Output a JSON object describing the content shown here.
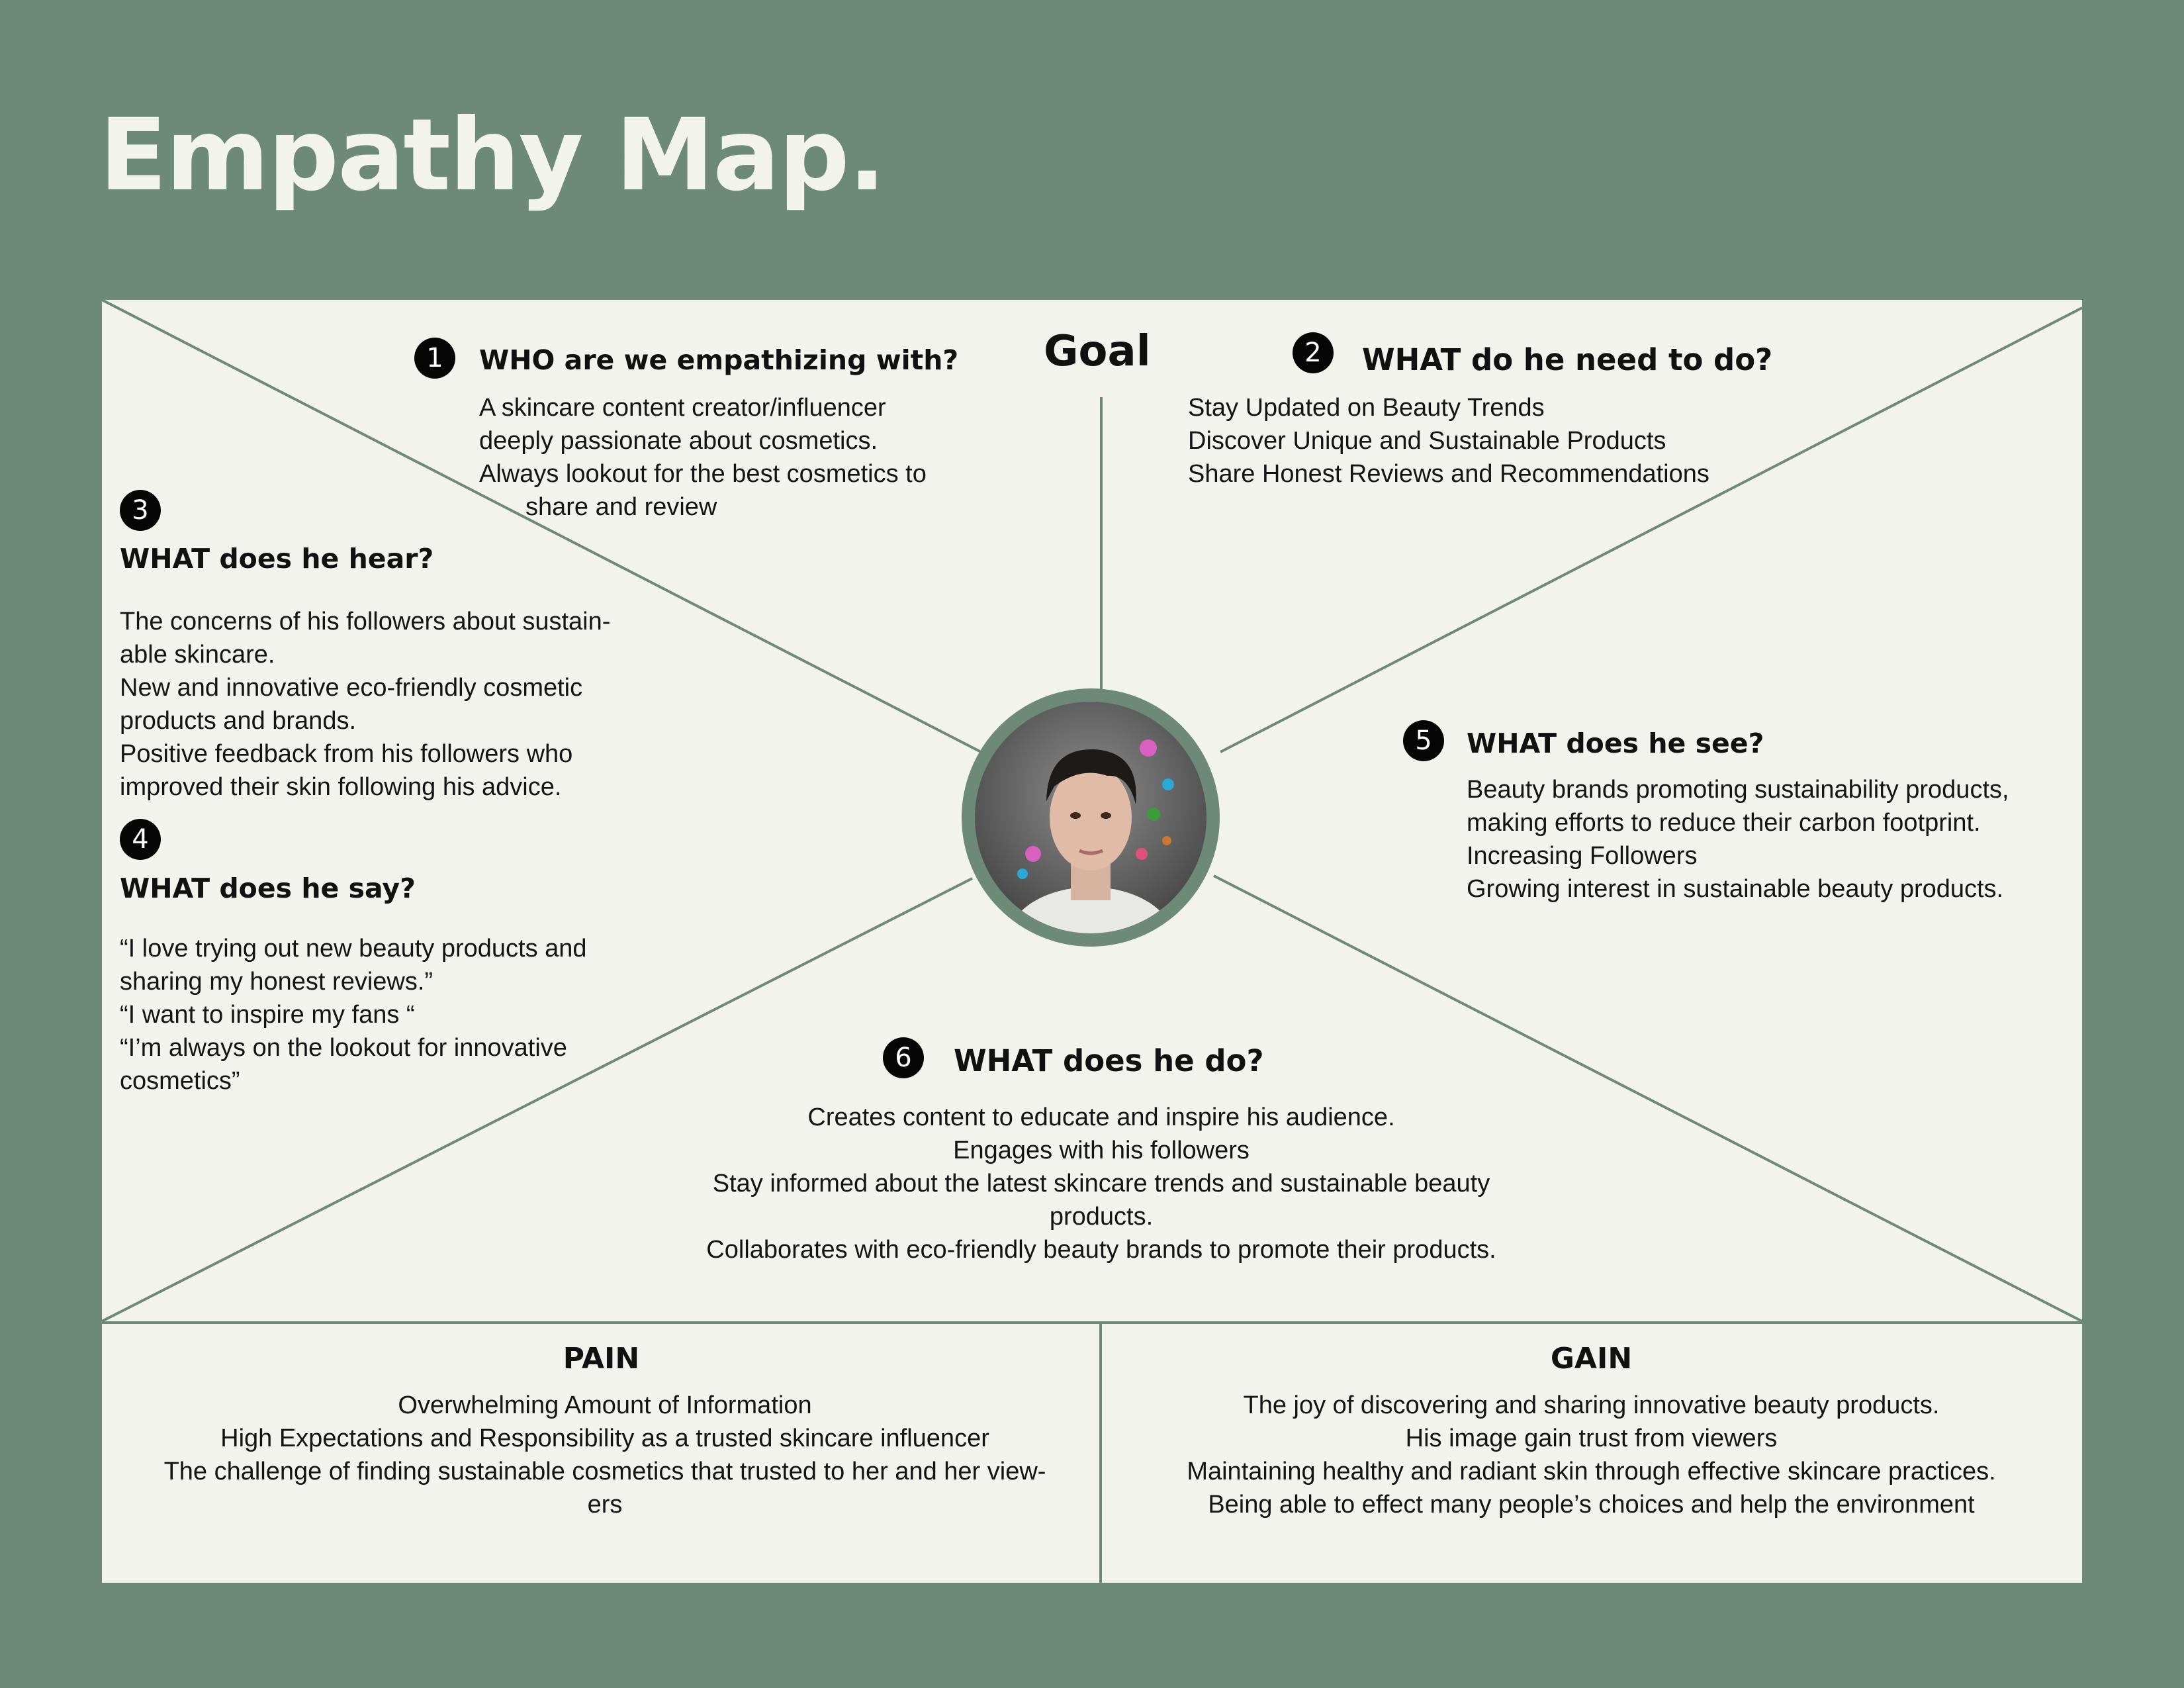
{
  "title": "Empathy Map.",
  "goal_label": "Goal",
  "sections": {
    "who": {
      "number": "1",
      "heading": "WHO are we empathizing with?",
      "lines": [
        "A skincare content creator/influencer",
        "deeply passionate about cosmetics.",
        "Always lookout for the best cosmetics to",
        "share and review"
      ]
    },
    "need": {
      "number": "2",
      "heading": "WHAT do he need to do?",
      "lines": [
        "Stay Updated on Beauty Trends",
        "Discover Unique and Sustainable Products",
        "Share Honest Reviews and Recommendations"
      ]
    },
    "hear": {
      "number": "3",
      "heading": "WHAT does he hear?",
      "lines": [
        "The concerns of his followers about sustain-",
        "able skincare.",
        "New and innovative eco-friendly cosmetic",
        "products and brands.",
        "Positive feedback from his followers who",
        "improved their skin following his advice."
      ]
    },
    "say": {
      "number": "4",
      "heading": "WHAT does he say?",
      "lines": [
        "“I love trying out new beauty products and",
        "sharing my honest reviews.”",
        "“I want to inspire my fans “",
        "“I’m always on the lookout for innovative",
        "cosmetics”"
      ]
    },
    "see": {
      "number": "5",
      "heading": "WHAT does he see?",
      "lines": [
        "Beauty brands promoting sustainability products,",
        "making efforts to reduce their carbon footprint.",
        "Increasing Followers",
        "Growing interest in sustainable beauty products."
      ]
    },
    "do": {
      "number": "6",
      "heading": "WHAT does he do?",
      "lines": [
        "Creates content to educate and inspire his audience.",
        "Engages with his followers",
        "Stay informed about the latest skincare trends and sustainable beauty",
        "products.",
        "Collaborates with eco-friendly beauty brands to promote their products."
      ]
    }
  },
  "pain": {
    "heading": "PAIN",
    "lines": [
      "Overwhelming Amount of Information",
      "High Expectations and Responsibility as a trusted skincare influencer",
      "The challenge of finding sustainable cosmetics that trusted to her and her view-",
      "ers"
    ]
  },
  "gain": {
    "heading": "GAIN",
    "lines": [
      "The joy of discovering and sharing innovative beauty products.",
      "His image gain trust from viewers",
      "Maintaining healthy and radiant skin through effective skincare practices.",
      "Being able to effect many people’s choices and help the environment"
    ]
  },
  "colors": {
    "background": "#6d8977",
    "board": "#f2f3ec",
    "divider": "#6d8977",
    "title": "#f1f3ec"
  }
}
